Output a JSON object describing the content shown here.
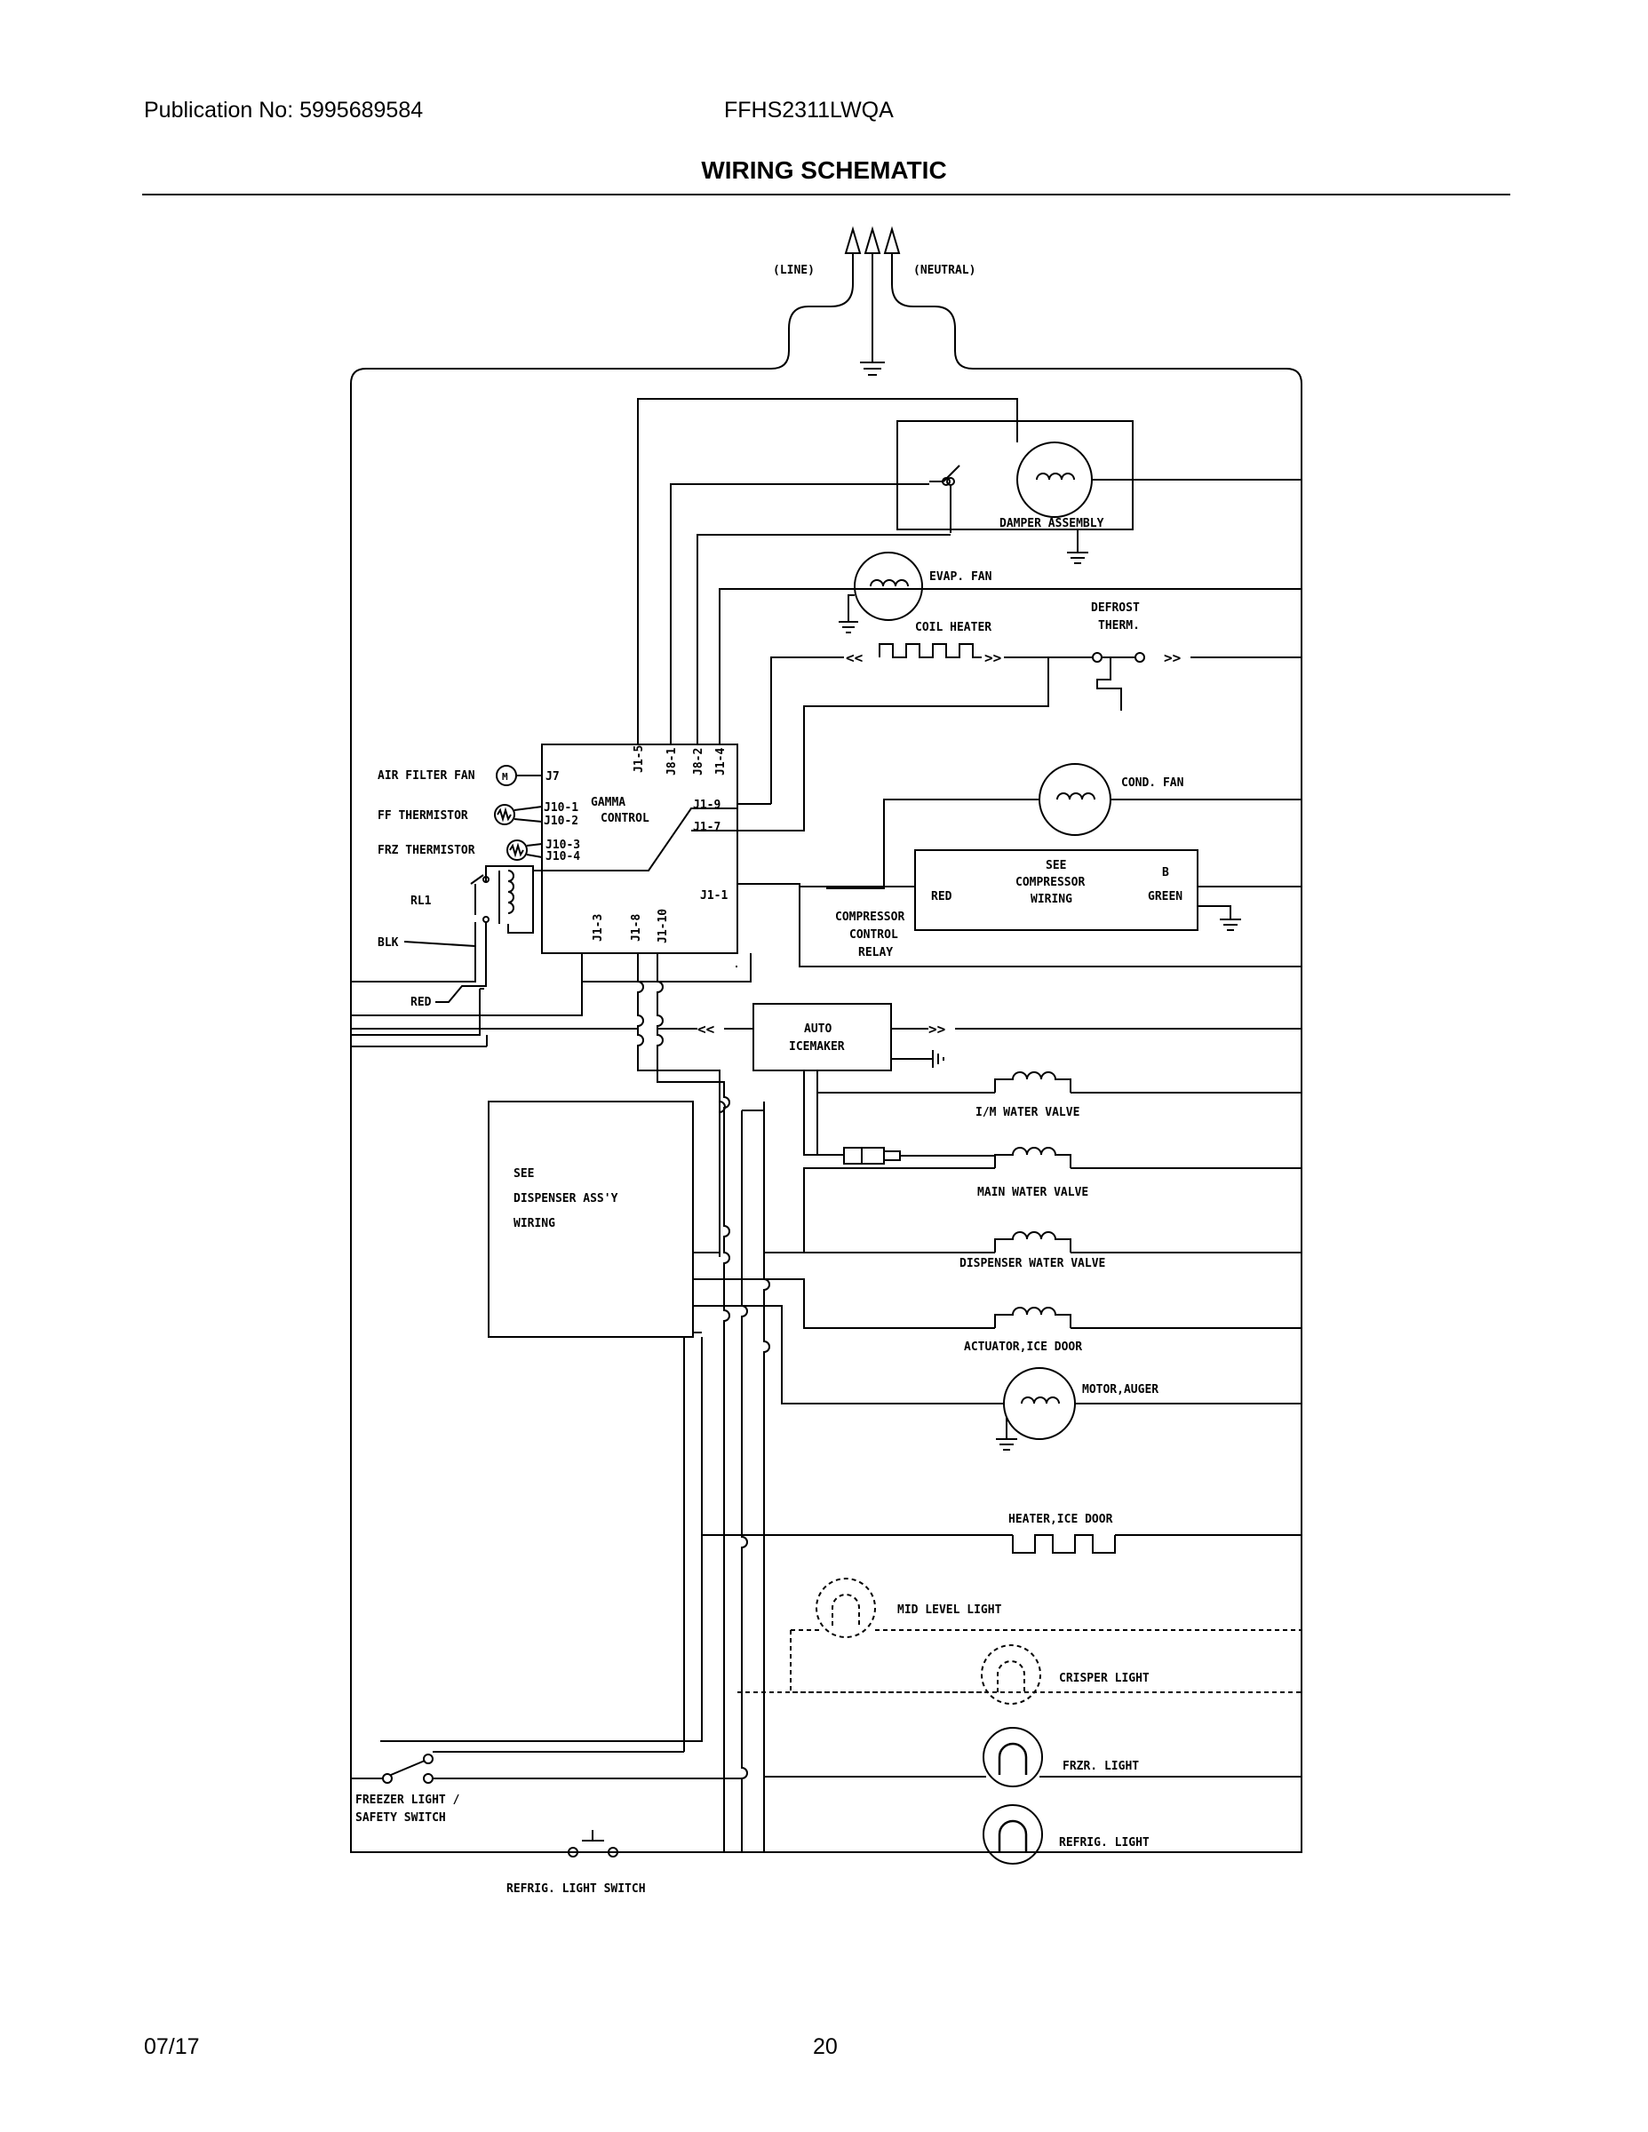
{
  "header": {
    "publication": "Publication No: 5995689584",
    "model": "FFHS2311LWQA",
    "title": "WIRING SCHEMATIC"
  },
  "footer": {
    "date": "07/17",
    "page": "20"
  },
  "labels": {
    "line": "(LINE)",
    "neutral": "(NEUTRAL)",
    "damper_assembly": "DAMPER ASSEMBLY",
    "evap_fan": "EVAP. FAN",
    "defrost_therm_1": "DEFROST",
    "defrost_therm_2": "THERM.",
    "coil_heater": "COIL HEATER",
    "air_filter_fan": "AIR FILTER FAN",
    "ff_thermistor": "FF THERMISTOR",
    "frz_thermistor": "FRZ THERMISTOR",
    "rl1": "RL1",
    "blk": "BLK",
    "red": "RED",
    "j7": "J7",
    "j10_1": "J10-1",
    "j10_2": "J10-2",
    "j10_3": "J10-3",
    "j10_4": "J10-4",
    "gamma_1": "GAMMA",
    "gamma_2": "CONTROL",
    "j1_9": "J1-9",
    "j1_7": "J1-7",
    "j1_1": "J1-1",
    "j1_5": "J1-5",
    "j8_1": "J8-1",
    "j8_2": "J8-2",
    "j1_4": "J1-4",
    "j1_3": "J1-3",
    "j1_8": "J1-8",
    "j1_10": "J1-10",
    "cond_fan": "COND. FAN",
    "see_compressor_1": "SEE",
    "see_compressor_2": "COMPRESSOR",
    "see_compressor_3": "WIRING",
    "comp_red": "RED",
    "comp_b": "B",
    "comp_green": "GREEN",
    "relay_1": "COMPRESSOR",
    "relay_2": "CONTROL",
    "relay_3": "RELAY",
    "icemaker_1": "AUTO",
    "icemaker_2": "ICEMAKER",
    "im_water_valve": "I/M WATER VALVE",
    "main_water_valve": "MAIN WATER VALVE",
    "dispenser_water_valve": "DISPENSER WATER VALVE",
    "actuator_ice_door": "ACTUATOR,ICE DOOR",
    "motor_auger": "MOTOR,AUGER",
    "heater_ice_door": "HEATER,ICE DOOR",
    "mid_level_light": "MID LEVEL LIGHT",
    "crisper_light": "CRISPER LIGHT",
    "frzr_light": "FRZR. LIGHT",
    "refrig_light": "REFRIG. LIGHT",
    "dispenser_1": "SEE",
    "dispenser_2": "DISPENSER ASS'Y",
    "dispenser_3": "WIRING",
    "freezer_switch_1": "FREEZER LIGHT /",
    "freezer_switch_2": "SAFETY SWITCH",
    "refrig_light_switch": "REFRIG. LIGHT SWITCH",
    "fan_m": "M"
  }
}
